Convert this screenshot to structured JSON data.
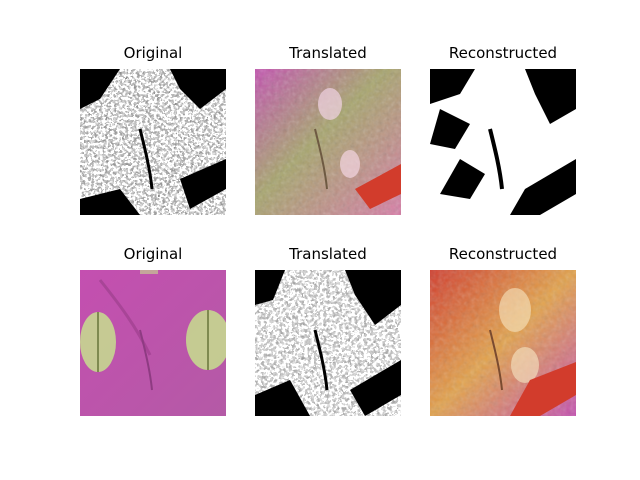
{
  "figure": {
    "rows": [
      {
        "panels": [
          {
            "title": "Original",
            "image_kind": "binary-texture-bw"
          },
          {
            "title": "Translated",
            "image_kind": "pink-red-texture"
          },
          {
            "title": "Reconstructed",
            "image_kind": "binary-texture-bw"
          }
        ]
      },
      {
        "panels": [
          {
            "title": "Original",
            "image_kind": "magenta-fabric-with-green-motifs"
          },
          {
            "title": "Translated",
            "image_kind": "binary-texture-bw"
          },
          {
            "title": "Reconstructed",
            "image_kind": "orange-red-texture"
          }
        ]
      }
    ]
  },
  "colors": {
    "background": "#ffffff",
    "magenta": "#c44fb0",
    "pink": "#d87aa6",
    "red": "#d23c2c",
    "olive": "#a6a46a",
    "green_motif": "#c7df8e",
    "orange": "#e3a24a"
  }
}
